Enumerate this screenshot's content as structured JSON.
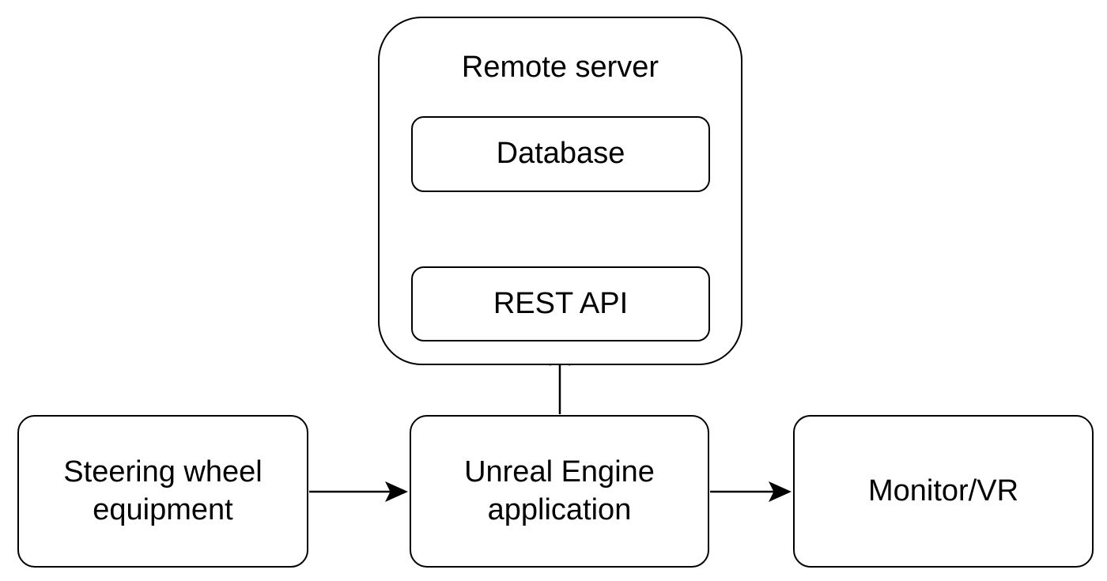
{
  "diagram": {
    "title": "System architecture flow diagram",
    "colors": {
      "background": "#ffffff",
      "stroke": "#000000",
      "node_fill": "#ffffff",
      "text": "#000000"
    },
    "container": {
      "label": "Remote server",
      "children": [
        "Database",
        "REST API"
      ]
    },
    "nodes": {
      "database": {
        "label": "Database"
      },
      "rest_api": {
        "label": "REST API"
      },
      "steering": {
        "lines": {
          "0": "Steering wheel",
          "1": "equipment"
        },
        "full_label": "Steering wheel equipment"
      },
      "unreal": {
        "lines": {
          "0": "Unreal Engine",
          "1": "application"
        },
        "full_label": "Unreal Engine application"
      },
      "monitor": {
        "label": "Monitor/VR"
      }
    },
    "edges": [
      {
        "from": "REST API",
        "to": "Database",
        "direction": "up",
        "arrowhead": "classic"
      },
      {
        "from": "Database",
        "to": "REST API",
        "direction": "down",
        "arrowhead": "classic"
      },
      {
        "from": "Unreal Engine application",
        "to": "REST API",
        "direction": "up",
        "arrowhead": "classic"
      },
      {
        "from": "Steering wheel equipment",
        "to": "Unreal Engine application",
        "direction": "right",
        "arrowhead": "classic"
      },
      {
        "from": "Unreal Engine application",
        "to": "Monitor/VR",
        "direction": "right",
        "arrowhead": "classic"
      }
    ]
  }
}
